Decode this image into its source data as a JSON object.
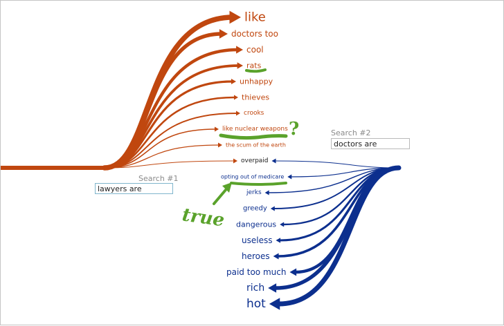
{
  "search1": {
    "label": "Search #1",
    "value": "lawyers are"
  },
  "search2": {
    "label": "Search #2",
    "value": "doctors are"
  },
  "left_results": [
    "like",
    "doctors too",
    "cool",
    "rats",
    "unhappy",
    "thieves",
    "crooks",
    "like nuclear weapons",
    "the scum of the earth",
    "overpaid"
  ],
  "right_results": [
    "overpaid",
    "opting out of medicare",
    "jerks",
    "greedy",
    "dangerous",
    "useless",
    "heroes",
    "paid too much",
    "rich",
    "hot"
  ],
  "annotations": {
    "question_mark": "?",
    "handwritten_note": "true"
  },
  "colors": {
    "left_flow": "#c0470f",
    "right_flow": "#0c2f8e",
    "highlight": "#5aa22b",
    "neutral_text": "#444444"
  }
}
